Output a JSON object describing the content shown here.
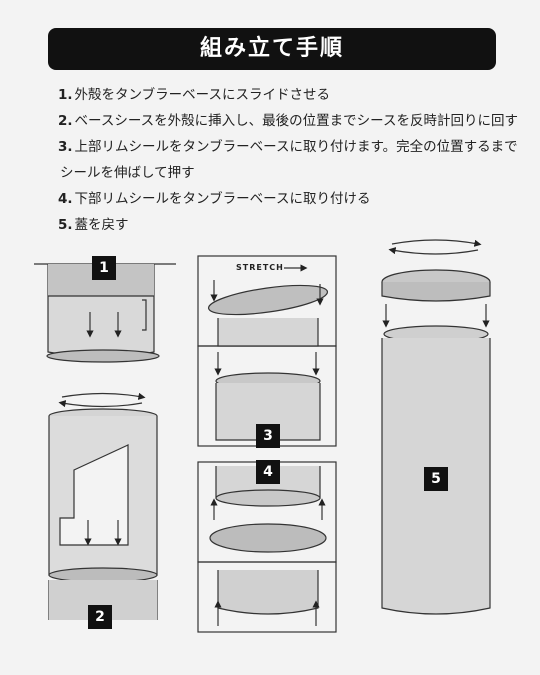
{
  "title": "組み立て手順",
  "steps": [
    {
      "num": "1.",
      "text": "外殻をタンブラーベースにスライドさせる"
    },
    {
      "num": "2.",
      "text": "ベースシースを外殻に挿入し、最後の位置までシースを反時計回りに回す"
    },
    {
      "num": "3.",
      "text": "上部リムシールをタンブラーベースに取り付けます。完全の位置するまで"
    },
    {
      "num": "",
      "text": "シールを伸ばして押す"
    },
    {
      "num": "4.",
      "text": "下部リムシールをタンブラーベースに取り付ける"
    },
    {
      "num": "5.",
      "text": "蓋を戻す"
    }
  ],
  "figures": {
    "label_1": "1",
    "label_2": "2",
    "label_3": "3",
    "label_4": "4",
    "label_5": "5",
    "stretch": "STRETCH"
  }
}
